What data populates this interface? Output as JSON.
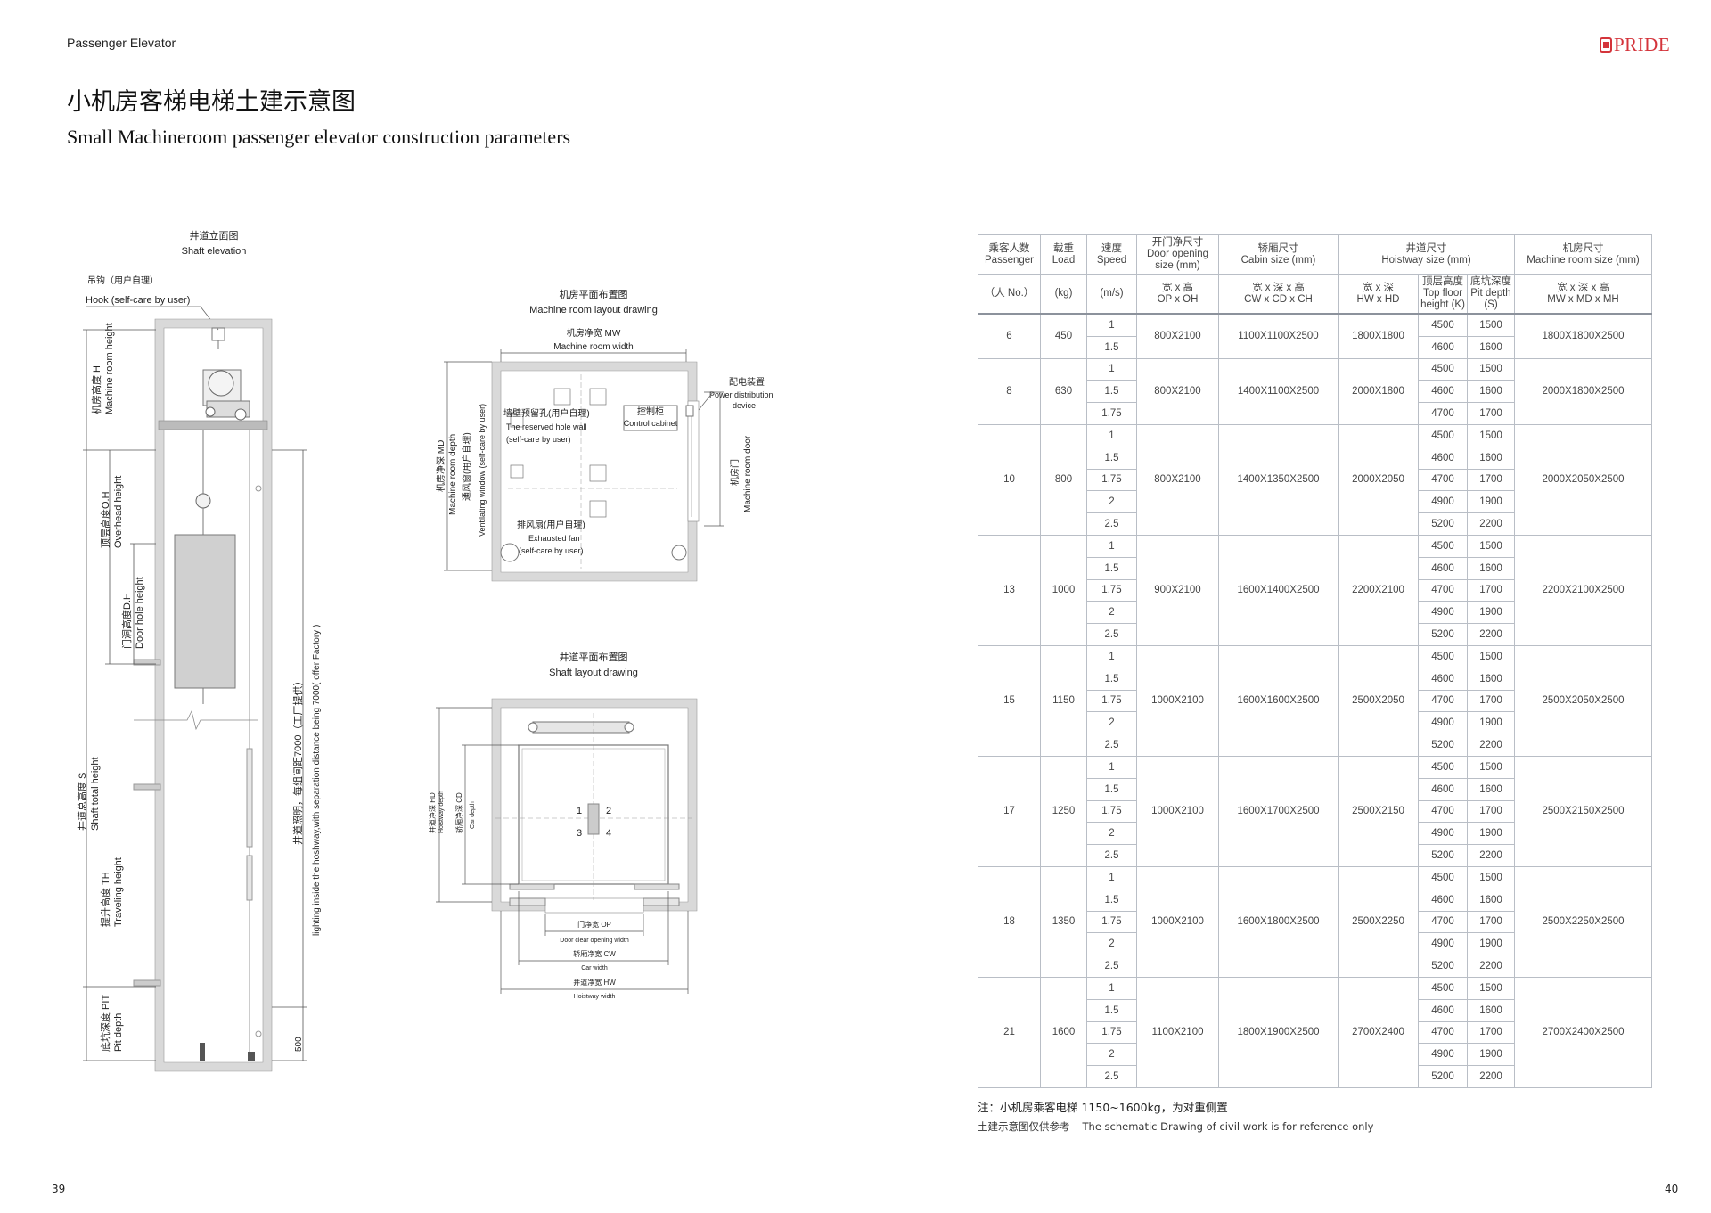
{
  "header": {
    "section": "Passenger Elevator",
    "brand": "PRIDE"
  },
  "title": {
    "cn": "小机房客梯电梯土建示意图",
    "en": "Small Machineroom passenger elevator construction parameters"
  },
  "drawings": {
    "elevation_cn": "井道立面图",
    "elevation_en": "Shaft elevation",
    "hook_cn": "吊钩（用户自理）",
    "hook_en": "Hook (self-care by user)",
    "mh_cn": "机房高度 H",
    "mh_en": "Machine room height",
    "oh_cn": "顶层高度O.H",
    "oh_en": "Overhead height",
    "dh_cn": "门洞高度D.H",
    "dh_en": "Door hole height",
    "s_cn": "井道总高度 S",
    "s_en": "Shaft total height",
    "th_cn": "提升高度 TH",
    "th_en": "Traveling height",
    "pit_cn": "底坑深度 PIT",
    "pit_en": "Pit depth",
    "light_cn": "井道照明，每组间距7000（工厂提供）",
    "light_en": "lighting inside the hoshway,with separation distance being 7000( offer Factory )",
    "dim500": "500",
    "mr_title_cn": "机房平面布置图",
    "mr_title_en": "Machine room layout drawing",
    "mw_cn": "机房净宽 MW",
    "mw_en": "Machine room width",
    "md_cn": "机房净深 MD",
    "md_en": "Machine room depth",
    "vent_cn": "通风窗(用户自理)",
    "vent_en": "Ventilating window (self-care by user)",
    "hole_cn": "墙壁预留孔(用户自理)",
    "hole_en1": "The reserved hole wall",
    "hole_en2": "(self-care by user)",
    "cab_cn": "控制柜",
    "cab_en": "Control cabinet",
    "pd_cn": "配电装置",
    "pd_en1": "Power distribution",
    "pd_en2": "device",
    "mrd_cn": "机房门",
    "mrd_en": "Machine room door",
    "fan_cn": "排风扇(用户自理)",
    "fan_en1": "Exhausted fan",
    "fan_en2": "(self-care by user)",
    "sl_title_cn": "井道平面布置图",
    "sl_title_en": "Shaft layout drawing",
    "hd_cn": "井道净深 HD",
    "hd_en": "Hoistway depth",
    "cd_cn": "轿厢净深 CD",
    "cd_en": "Car depth",
    "op_cn": "门净宽 OP",
    "op_en": "Door clear opening width",
    "cw_cn": "轿厢净宽 CW",
    "cw_en": "Car width",
    "hw_cn": "井道净宽 HW",
    "hw_en": "Hoistway width",
    "n1": "1",
    "n2": "2",
    "n3": "3",
    "n4": "4"
  },
  "table": {
    "h1": [
      {
        "cn": "乘客人数",
        "en": "Passenger"
      },
      {
        "cn": "载重",
        "en": "Load"
      },
      {
        "cn": "速度",
        "en": "Speed"
      },
      {
        "cn": "开门净尺寸",
        "en": "Door opening size (mm)"
      },
      {
        "cn": "轿厢尺寸",
        "en": "Cabin size (mm)"
      },
      {
        "cn": "井道尺寸",
        "en": "Hoistway size (mm)"
      },
      {
        "cn": "机房尺寸",
        "en": "Machine room size (mm)"
      }
    ],
    "h2": [
      {
        "cn": "",
        "en": "（人 No.）"
      },
      {
        "cn": "",
        "en": "(kg)"
      },
      {
        "cn": "",
        "en": "(m/s)"
      },
      {
        "cn": "宽 x 高",
        "en": "OP x OH"
      },
      {
        "cn": "宽 x 深 x 高",
        "en": "CW x CD x CH"
      },
      {
        "cn": "宽 x 深",
        "en": "HW x HD"
      },
      {
        "cn": "顶层高度",
        "en": "Top floor height (K)"
      },
      {
        "cn": "底坑深度",
        "en": "Pit depth (S)"
      },
      {
        "cn": "宽 x 深 x 高",
        "en": "MW x MD x MH"
      }
    ],
    "groups": [
      {
        "p": "6",
        "load": "450",
        "door": "800X2100",
        "cabin": "1100X1100X2500",
        "hoist": "1800X1800",
        "mr": "1800X1800X2500",
        "rows": [
          [
            "1",
            "4500",
            "1500"
          ],
          [
            "1.5",
            "4600",
            "1600"
          ]
        ]
      },
      {
        "p": "8",
        "load": "630",
        "door": "800X2100",
        "cabin": "1400X1100X2500",
        "hoist": "2000X1800",
        "mr": "2000X1800X2500",
        "rows": [
          [
            "1",
            "4500",
            "1500"
          ],
          [
            "1.5",
            "4600",
            "1600"
          ],
          [
            "1.75",
            "4700",
            "1700"
          ]
        ]
      },
      {
        "p": "10",
        "load": "800",
        "door": "800X2100",
        "cabin": "1400X1350X2500",
        "hoist": "2000X2050",
        "mr": "2000X2050X2500",
        "rows": [
          [
            "1",
            "4500",
            "1500"
          ],
          [
            "1.5",
            "4600",
            "1600"
          ],
          [
            "1.75",
            "4700",
            "1700"
          ],
          [
            "2",
            "4900",
            "1900"
          ],
          [
            "2.5",
            "5200",
            "2200"
          ]
        ]
      },
      {
        "p": "13",
        "load": "1000",
        "door": "900X2100",
        "cabin": "1600X1400X2500",
        "hoist": "2200X2100",
        "mr": "2200X2100X2500",
        "rows": [
          [
            "1",
            "4500",
            "1500"
          ],
          [
            "1.5",
            "4600",
            "1600"
          ],
          [
            "1.75",
            "4700",
            "1700"
          ],
          [
            "2",
            "4900",
            "1900"
          ],
          [
            "2.5",
            "5200",
            "2200"
          ]
        ]
      },
      {
        "p": "15",
        "load": "1150",
        "door": "1000X2100",
        "cabin": "1600X1600X2500",
        "hoist": "2500X2050",
        "mr": "2500X2050X2500",
        "rows": [
          [
            "1",
            "4500",
            "1500"
          ],
          [
            "1.5",
            "4600",
            "1600"
          ],
          [
            "1.75",
            "4700",
            "1700"
          ],
          [
            "2",
            "4900",
            "1900"
          ],
          [
            "2.5",
            "5200",
            "2200"
          ]
        ]
      },
      {
        "p": "17",
        "load": "1250",
        "door": "1000X2100",
        "cabin": "1600X1700X2500",
        "hoist": "2500X2150",
        "mr": "2500X2150X2500",
        "rows": [
          [
            "1",
            "4500",
            "1500"
          ],
          [
            "1.5",
            "4600",
            "1600"
          ],
          [
            "1.75",
            "4700",
            "1700"
          ],
          [
            "2",
            "4900",
            "1900"
          ],
          [
            "2.5",
            "5200",
            "2200"
          ]
        ]
      },
      {
        "p": "18",
        "load": "1350",
        "door": "1000X2100",
        "cabin": "1600X1800X2500",
        "hoist": "2500X2250",
        "mr": "2500X2250X2500",
        "rows": [
          [
            "1",
            "4500",
            "1500"
          ],
          [
            "1.5",
            "4600",
            "1600"
          ],
          [
            "1.75",
            "4700",
            "1700"
          ],
          [
            "2",
            "4900",
            "1900"
          ],
          [
            "2.5",
            "5200",
            "2200"
          ]
        ]
      },
      {
        "p": "21",
        "load": "1600",
        "door": "1100X2100",
        "cabin": "1800X1900X2500",
        "hoist": "2700X2400",
        "mr": "2700X2400X2500",
        "rows": [
          [
            "1",
            "4500",
            "1500"
          ],
          [
            "1.5",
            "4600",
            "1600"
          ],
          [
            "1.75",
            "4700",
            "1700"
          ],
          [
            "2",
            "4900",
            "1900"
          ],
          [
            "2.5",
            "5200",
            "2200"
          ]
        ]
      }
    ]
  },
  "notes": {
    "note1": "注：小机房乘客电梯 1150~1600kg，为对重侧置",
    "note2_cn": "土建示意图仅供参考",
    "note2_en": "The schematic Drawing of civil work is for reference only"
  },
  "pages": {
    "left": "39",
    "right": "40"
  }
}
